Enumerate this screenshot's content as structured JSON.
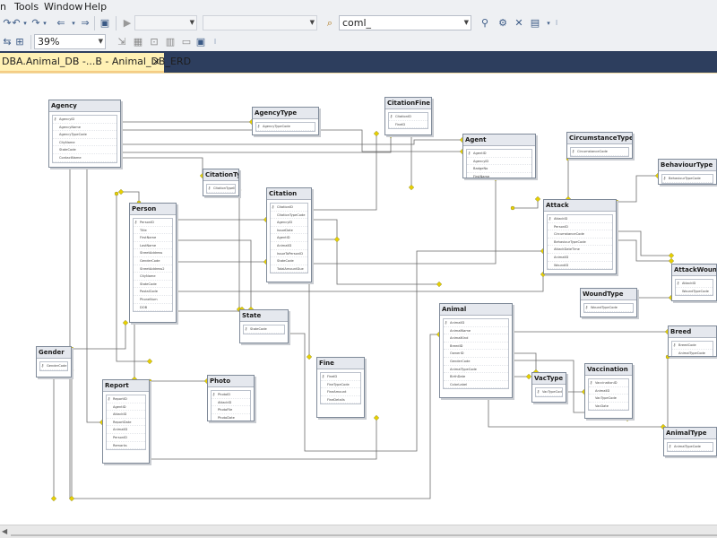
{
  "menu": [
    "n",
    "Tools",
    "Window",
    "Help"
  ],
  "toolbar": {
    "combo_filename": "coml_",
    "zoom": "39%"
  },
  "tab": {
    "title": "DBA.Animal_DB -...B - Animal_DB_ERD",
    "close": "×"
  },
  "tables": [
    {
      "name": "Agency",
      "cols": [
        "AgencyID",
        "AgencyName",
        "AgencyTypeCode",
        "CityName",
        "StateCode",
        "ContactName"
      ]
    },
    {
      "name": "AgencyType",
      "cols": [
        "AgencyTypeCode"
      ]
    },
    {
      "name": "CitationFine",
      "cols": [
        "CitationID",
        "FineID"
      ]
    },
    {
      "name": "Agent",
      "cols": [
        "AgentID",
        "AgencyID",
        "BadgeNo",
        "FirstName"
      ]
    },
    {
      "name": "CircumstanceType",
      "cols": [
        "CircumstanceCode"
      ]
    },
    {
      "name": "BehaviourType",
      "cols": [
        "BehaviourTypeCode"
      ]
    },
    {
      "name": "CitationType",
      "cols": [
        "CitationTypeID"
      ]
    },
    {
      "name": "Citation",
      "cols": [
        "CitationID",
        "CitationTypeCode",
        "AgencyID",
        "IssueDate",
        "AgentID",
        "AnimalID",
        "IssueToPersonID",
        "StateCode",
        "TotalAmountDue"
      ]
    },
    {
      "name": "Person",
      "cols": [
        "PersonID",
        "Title",
        "FirstName",
        "LastName",
        "StreetAddress",
        "GenderCode",
        "StreetAddress2",
        "CityName",
        "StateCode",
        "PostalCode",
        "PhoneNum",
        "DOB"
      ]
    },
    {
      "name": "Attack",
      "cols": [
        "AttackID",
        "PersonID",
        "CircumstanceCode",
        "BehaviourTypeCode",
        "AttackDateTime",
        "AnimalID",
        "WoundID"
      ]
    },
    {
      "name": "AttackWoundType",
      "cols": [
        "AttackID",
        "WoundTypeCode"
      ]
    },
    {
      "name": "WoundType",
      "cols": [
        "WoundTypeCode"
      ]
    },
    {
      "name": "State",
      "cols": [
        "StateCode"
      ]
    },
    {
      "name": "Animal",
      "cols": [
        "AnimalID",
        "AnimalName",
        "AnimalKind",
        "BreedID",
        "OwnerID",
        "GenderCode",
        "AnimalTypeCode",
        "BirthDate",
        "ColorLabel"
      ]
    },
    {
      "name": "Breed",
      "cols": [
        "BreedCode",
        "AnimalTypeCode"
      ]
    },
    {
      "name": "Gender",
      "cols": [
        "GenderCode"
      ]
    },
    {
      "name": "Fine",
      "cols": [
        "FineID",
        "FineTypeCode",
        "FineAmount",
        "FineDetails"
      ]
    },
    {
      "name": "VacType",
      "cols": [
        "VacTypeCode"
      ]
    },
    {
      "name": "Vaccination",
      "cols": [
        "VaccinationID",
        "AnimalID",
        "VacTypeCode",
        "VacDate"
      ]
    },
    {
      "name": "Report",
      "cols": [
        "ReportID",
        "AgentID",
        "AttackID",
        "ReportDate",
        "AnimalID",
        "PersonID",
        "Remarks"
      ]
    },
    {
      "name": "Photo",
      "cols": [
        "PhotoID",
        "AttackID",
        "PhotoFile",
        "PhotoDate"
      ]
    },
    {
      "name": "AnimalType",
      "cols": [
        "AnimalTypeCode"
      ]
    }
  ]
}
